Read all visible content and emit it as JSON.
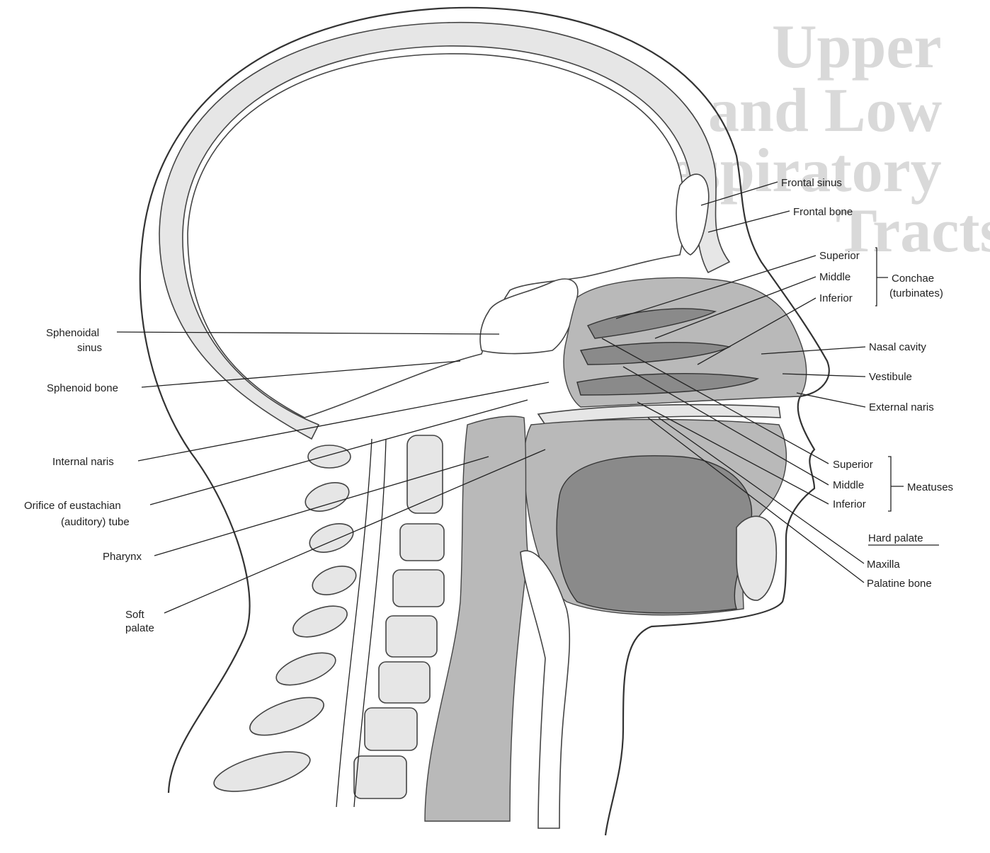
{
  "background_text": [
    "Upper",
    "and Low",
    "Respiratory",
    "Tracts"
  ],
  "labels": {
    "frontal_sinus": "Frontal sinus",
    "frontal_bone": "Frontal bone",
    "conchae_superior": "Superior",
    "conchae_middle": "Middle",
    "conchae_inferior": "Inferior",
    "conchae_group_line1": "Conchae",
    "conchae_group_line2": "(turbinates)",
    "nasal_cavity": "Nasal cavity",
    "vestibule": "Vestibule",
    "external_naris": "External naris",
    "meatus_superior": "Superior",
    "meatus_middle": "Middle",
    "meatus_inferior": "Inferior",
    "meatuses_group": "Meatuses",
    "hard_palate": "Hard palate",
    "maxilla": "Maxilla",
    "palatine_bone": "Palatine bone",
    "sphenoidal_sinus_line1": "Sphenoidal",
    "sphenoidal_sinus_line2": "sinus",
    "sphenoid_bone": "Sphenoid bone",
    "internal_naris": "Internal naris",
    "eustachian_line1": "Orifice of eustachian",
    "eustachian_line2": "(auditory) tube",
    "pharynx": "Pharynx",
    "soft_palate_line1": "Soft",
    "soft_palate_line2": "palate"
  }
}
